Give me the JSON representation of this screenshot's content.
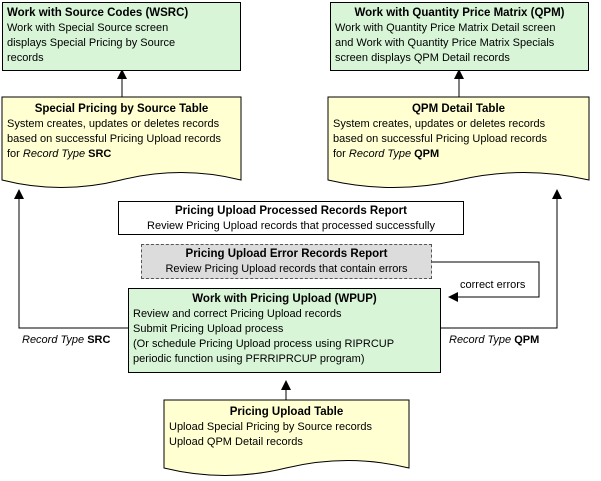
{
  "wsrc": {
    "title": "Work with Source Codes (WSRC)",
    "line1": "Work with Special Source screen",
    "line2": "displays Special Pricing by Source",
    "line3": "records"
  },
  "qpm": {
    "title": "Work with Quantity Price Matrix (QPM)",
    "line1": "Work with Quantity Price Matrix Detail screen",
    "line2": "and Work with Quantity Price Matrix Specials",
    "line3": "screen displays QPM Detail records"
  },
  "sps_table": {
    "title": "Special Pricing by Source Table",
    "line1": "System creates, updates or deletes records",
    "line2": "based on successful Pricing Upload records",
    "line3_prefix": "for ",
    "line3_italic": "Record Type",
    "line3_bold": "SRC"
  },
  "qpm_table": {
    "title": "QPM Detail Table",
    "line1": "System creates, updates or deletes records",
    "line2": "based on successful Pricing Upload records",
    "line3_prefix": "for ",
    "line3_italic": "Record Type",
    "line3_bold": "QPM"
  },
  "processed_report": {
    "title": "Pricing Upload Processed Records Report",
    "line1": "Review Pricing Upload records that processed successfully"
  },
  "error_report": {
    "title": "Pricing Upload Error Records Report",
    "line1": "Review Pricing Upload records that contain errors"
  },
  "wpup": {
    "title": "Work with Pricing Upload (WPUP)",
    "line1": "Review and correct Pricing Upload records",
    "line2": "Submit Pricing Upload process",
    "line3": "(Or schedule Pricing Upload process using RIPRCUP",
    "line4": "periodic function using PFRRIPRCUP program)"
  },
  "upload_table": {
    "title": "Pricing Upload Table",
    "line1": "Upload Special Pricing by Source records",
    "line2": "Upload QPM Detail records"
  },
  "labels": {
    "correct_errors": "correct errors",
    "left_record_type": "Record Type",
    "left_code": "SRC",
    "right_record_type": "Record Type",
    "right_code": "QPM"
  }
}
